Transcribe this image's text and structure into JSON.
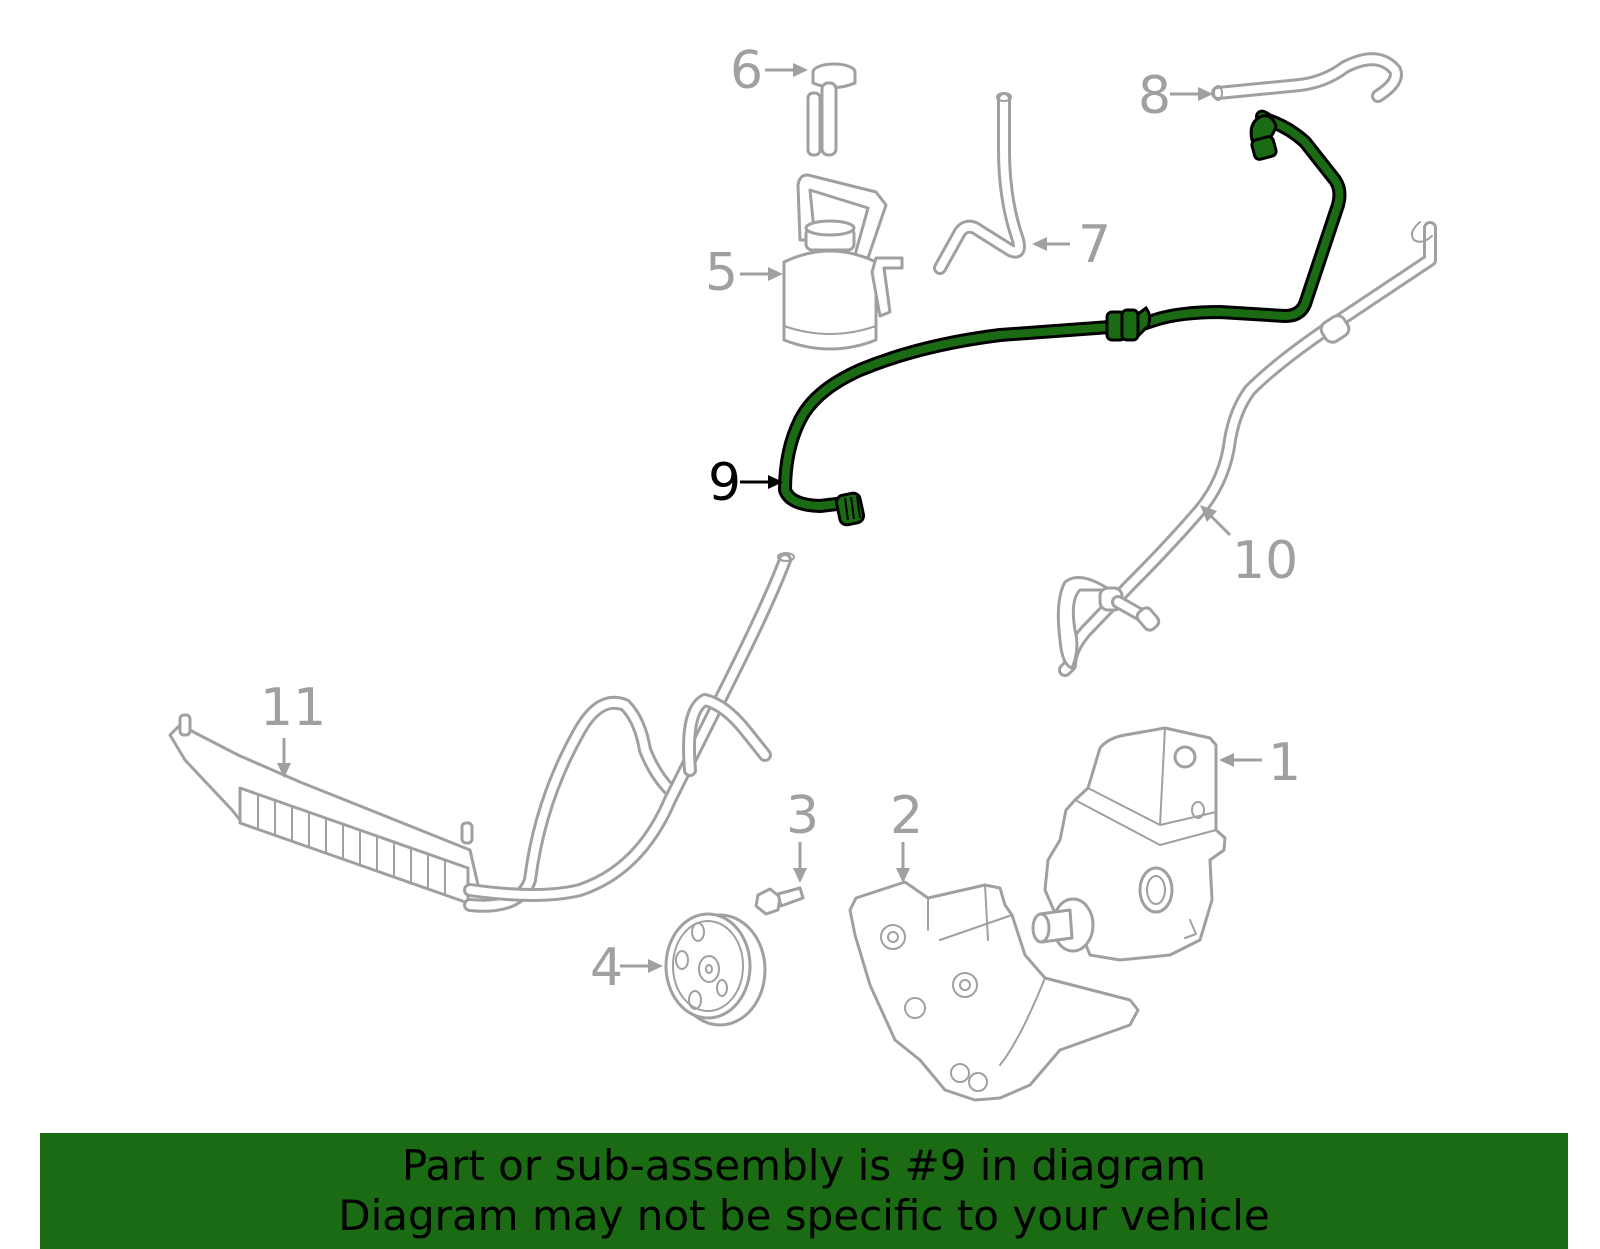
{
  "diagram": {
    "highlighted_part": "9",
    "highlight_color": "#1b6b14",
    "line_color": "#a0a0a0",
    "callouts": [
      {
        "id": "1",
        "label": "1"
      },
      {
        "id": "2",
        "label": "2"
      },
      {
        "id": "3",
        "label": "3"
      },
      {
        "id": "4",
        "label": "4"
      },
      {
        "id": "5",
        "label": "5"
      },
      {
        "id": "6",
        "label": "6"
      },
      {
        "id": "7",
        "label": "7"
      },
      {
        "id": "8",
        "label": "8"
      },
      {
        "id": "9",
        "label": "9"
      },
      {
        "id": "10",
        "label": "10"
      },
      {
        "id": "11",
        "label": "11"
      }
    ]
  },
  "banner": {
    "line1": "Part or sub-assembly is #9 in diagram",
    "line2": "Diagram may not be specific to your vehicle",
    "background": "#1b6b14"
  }
}
